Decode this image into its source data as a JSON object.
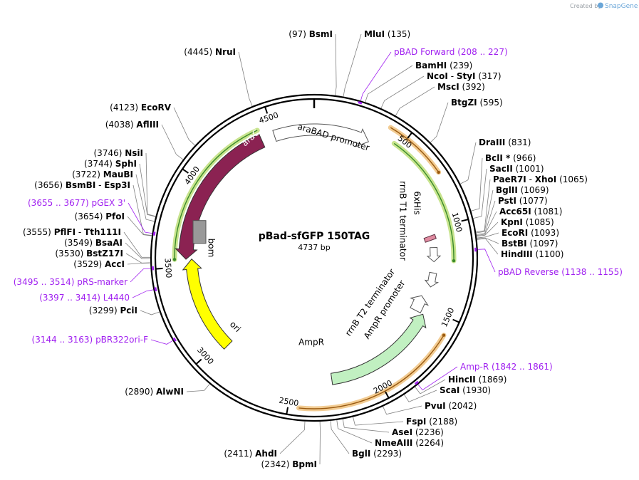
{
  "credit": {
    "prefix": "Created by",
    "brand": "SnapGene",
    "logo_icon": "snapgene-logo-icon"
  },
  "title": "pBad-sfGFP 150TAG",
  "length_label": "4737 bp",
  "total_bp": 4737,
  "colors": {
    "primer": "#a020f0",
    "arac": "#8b2252",
    "ori": "#ffff00",
    "ampr": "#c1f0c1",
    "bom": "#999999",
    "highlight_green": "#9acd32",
    "highlight_orange": "#e8a33a"
  },
  "ticks": [
    {
      "bp": 500,
      "label": "500"
    },
    {
      "bp": 1000,
      "label": "1000"
    },
    {
      "bp": 1500,
      "label": "1500"
    },
    {
      "bp": 2000,
      "label": "2000"
    },
    {
      "bp": 2500,
      "label": "2500"
    },
    {
      "bp": 3000,
      "label": "3000"
    },
    {
      "bp": 3500,
      "label": "3500"
    },
    {
      "bp": 4000,
      "label": "4000"
    },
    {
      "bp": 4500,
      "label": "4500"
    }
  ],
  "sites": [
    {
      "id": "bsmi",
      "name": "BsmI",
      "pos": "(97)",
      "bp": 97,
      "side": "left"
    },
    {
      "id": "mlui",
      "name": "MluI",
      "pos": "(135)",
      "bp": 135,
      "side": "right"
    },
    {
      "id": "bamhi",
      "name": "BamHI",
      "pos": "(239)",
      "bp": 239,
      "side": "right"
    },
    {
      "id": "ncoi",
      "name": "NcoI",
      "name2": "StyI",
      "pos": "(317)",
      "bp": 317,
      "side": "right"
    },
    {
      "id": "msci",
      "name": "MscI",
      "pos": "(392)",
      "bp": 392,
      "side": "right"
    },
    {
      "id": "btgzi",
      "name": "BtgZI",
      "pos": "(595)",
      "bp": 595,
      "side": "right"
    },
    {
      "id": "draiii",
      "name": "DraIII",
      "pos": "(831)",
      "bp": 831,
      "side": "right"
    },
    {
      "id": "bcli",
      "name": "BclI *",
      "pos": "(966)",
      "bp": 966,
      "side": "right"
    },
    {
      "id": "sacii",
      "name": "SacII",
      "pos": "(1001)",
      "bp": 1001,
      "side": "right"
    },
    {
      "id": "paer7i",
      "name": "PaeR7I",
      "name2": "XhoI",
      "pos": "(1065)",
      "bp": 1065,
      "side": "right"
    },
    {
      "id": "bglii",
      "name": "BglII",
      "pos": "(1069)",
      "bp": 1069,
      "side": "right"
    },
    {
      "id": "psti",
      "name": "PstI",
      "pos": "(1077)",
      "bp": 1077,
      "side": "right"
    },
    {
      "id": "acc65i",
      "name": "Acc65I",
      "pos": "(1081)",
      "bp": 1081,
      "side": "right"
    },
    {
      "id": "kpni",
      "name": "KpnI",
      "pos": "(1085)",
      "bp": 1085,
      "side": "right"
    },
    {
      "id": "ecori",
      "name": "EcoRI",
      "pos": "(1093)",
      "bp": 1093,
      "side": "right"
    },
    {
      "id": "bstbi",
      "name": "BstBI",
      "pos": "(1097)",
      "bp": 1097,
      "side": "right"
    },
    {
      "id": "hindiii",
      "name": "HindIII",
      "pos": "(1100)",
      "bp": 1100,
      "side": "right"
    },
    {
      "id": "hincii",
      "name": "HincII",
      "pos": "(1869)",
      "bp": 1869,
      "side": "right"
    },
    {
      "id": "scai",
      "name": "ScaI",
      "pos": "(1930)",
      "bp": 1930,
      "side": "right"
    },
    {
      "id": "pvui",
      "name": "PvuI",
      "pos": "(2042)",
      "bp": 2042,
      "side": "right"
    },
    {
      "id": "fspi",
      "name": "FspI",
      "pos": "(2188)",
      "bp": 2188,
      "side": "right"
    },
    {
      "id": "asei",
      "name": "AseI",
      "pos": "(2236)",
      "bp": 2236,
      "side": "right"
    },
    {
      "id": "nmeaiii",
      "name": "NmeAIII",
      "pos": "(2264)",
      "bp": 2264,
      "side": "right"
    },
    {
      "id": "bgli",
      "name": "BglI",
      "pos": "(2293)",
      "bp": 2293,
      "side": "right"
    },
    {
      "id": "bpmi",
      "name": "BpmI",
      "pos": "(2342)",
      "bp": 2342,
      "side": "left"
    },
    {
      "id": "ahdi",
      "name": "AhdI",
      "pos": "(2411)",
      "bp": 2411,
      "side": "left"
    },
    {
      "id": "alwni",
      "name": "AlwNI",
      "pos": "(2890)",
      "bp": 2890,
      "side": "left"
    },
    {
      "id": "pcii",
      "name": "PciI",
      "pos": "(3299)",
      "bp": 3299,
      "side": "left"
    },
    {
      "id": "acci",
      "name": "AccI",
      "pos": "(3529)",
      "bp": 3529,
      "side": "left"
    },
    {
      "id": "bstz17i",
      "name": "BstZ17I",
      "pos": "(3530)",
      "bp": 3530,
      "side": "left"
    },
    {
      "id": "bsaai",
      "name": "BsaAI",
      "pos": "(3549)",
      "bp": 3549,
      "side": "left"
    },
    {
      "id": "pflfi",
      "name": "PflFI",
      "name2": "Tth111I",
      "pos": "(3555)",
      "bp": 3555,
      "side": "left"
    },
    {
      "id": "pfoi",
      "name": "PfoI",
      "pos": "(3654)",
      "bp": 3654,
      "side": "left"
    },
    {
      "id": "bsmbi",
      "name": "BsmBI",
      "name2": "Esp3I",
      "pos": "(3656)",
      "bp": 3656,
      "side": "left"
    },
    {
      "id": "maubi",
      "name": "MauBI",
      "pos": "(3722)",
      "bp": 3722,
      "side": "left"
    },
    {
      "id": "sphi",
      "name": "SphI",
      "pos": "(3744)",
      "bp": 3744,
      "side": "left"
    },
    {
      "id": "nsii",
      "name": "NsiI",
      "pos": "(3746)",
      "bp": 3746,
      "side": "left"
    },
    {
      "id": "aflii",
      "name": "AflIII",
      "pos": "(4038)",
      "bp": 4038,
      "side": "left"
    },
    {
      "id": "ecorv",
      "name": "EcoRV",
      "pos": "(4123)",
      "bp": 4123,
      "side": "left"
    },
    {
      "id": "nrui",
      "name": "NruI",
      "pos": "(4445)",
      "bp": 4445,
      "side": "left"
    }
  ],
  "primers": [
    {
      "id": "pbad-forward",
      "name": "pBAD Forward",
      "range": "(208 .. 227)",
      "bp": 217,
      "side": "right"
    },
    {
      "id": "pbad-reverse",
      "name": "pBAD Reverse",
      "range": "(1138 .. 1155)",
      "bp": 1146,
      "side": "right"
    },
    {
      "id": "amp-r",
      "name": "Amp-R",
      "range": "(1842 .. 1861)",
      "bp": 1851,
      "side": "right"
    },
    {
      "id": "pbr322ori-f",
      "name": "pBR322ori-F",
      "range": "(3144 .. 3163)",
      "bp": 3153,
      "side": "left"
    },
    {
      "id": "l4440",
      "name": "L4440",
      "range": "(3397 .. 3414)",
      "bp": 3405,
      "side": "left"
    },
    {
      "id": "prs-marker",
      "name": "pRS-marker",
      "range": "(3495 .. 3514)",
      "bp": 3504,
      "side": "left"
    },
    {
      "id": "pgex-3",
      "name": "pGEX 3'",
      "range": "(3655 .. 3677)",
      "bp": 3666,
      "side": "left"
    }
  ],
  "features": [
    {
      "id": "arac",
      "label": "araC",
      "start": 4421,
      "end": 3544,
      "dir": "ccw",
      "color": "#8b2252"
    },
    {
      "id": "arabad-promoter",
      "label": "araBAD promoter",
      "start": 4500,
      "end": 330,
      "dir": "cw",
      "color": "#ffffff"
    },
    {
      "id": "ampr",
      "label": "AmpR",
      "start": 2260,
      "end": 1545,
      "dir": "ccw",
      "color": "#c1f0c1"
    },
    {
      "id": "ampr-promoter",
      "label": "AmpR promoter",
      "start": 1545,
      "end": 1440,
      "dir": "ccw",
      "color": "#ffffff"
    },
    {
      "id": "ori",
      "label": "ori",
      "start": 2955,
      "end": 3545,
      "dir": "cw",
      "color": "#ffff00"
    },
    {
      "id": "bom",
      "label": "bom",
      "start": 3680,
      "end": 3760,
      "dir": "none",
      "color": "#999999"
    },
    {
      "id": "6xhis",
      "label": "6xHis",
      "start": 1050,
      "end": 1068,
      "dir": "none",
      "color": "#e08aa0"
    },
    {
      "id": "rrnb-t1",
      "label": "rrnB T1 terminator",
      "start": 1160,
      "end": 1230,
      "dir": "cw",
      "color": "#ffffff"
    },
    {
      "id": "rrnb-t2",
      "label": "rrnB T2 terminator",
      "start": 1320,
      "end": 1360,
      "dir": "cw",
      "color": "#ffffff"
    }
  ],
  "highlights": [
    {
      "id": "hl-arac",
      "start": 4421,
      "end": 3544,
      "color": "#9acd32"
    },
    {
      "id": "hl-green-right",
      "start": 460,
      "end": 1200,
      "color": "#9acd32"
    },
    {
      "id": "hl-orange-top",
      "start": 400,
      "end": 730,
      "color": "#e8a33a"
    },
    {
      "id": "hl-orange-bottom",
      "start": 1590,
      "end": 2445,
      "color": "#e8a33a"
    }
  ]
}
